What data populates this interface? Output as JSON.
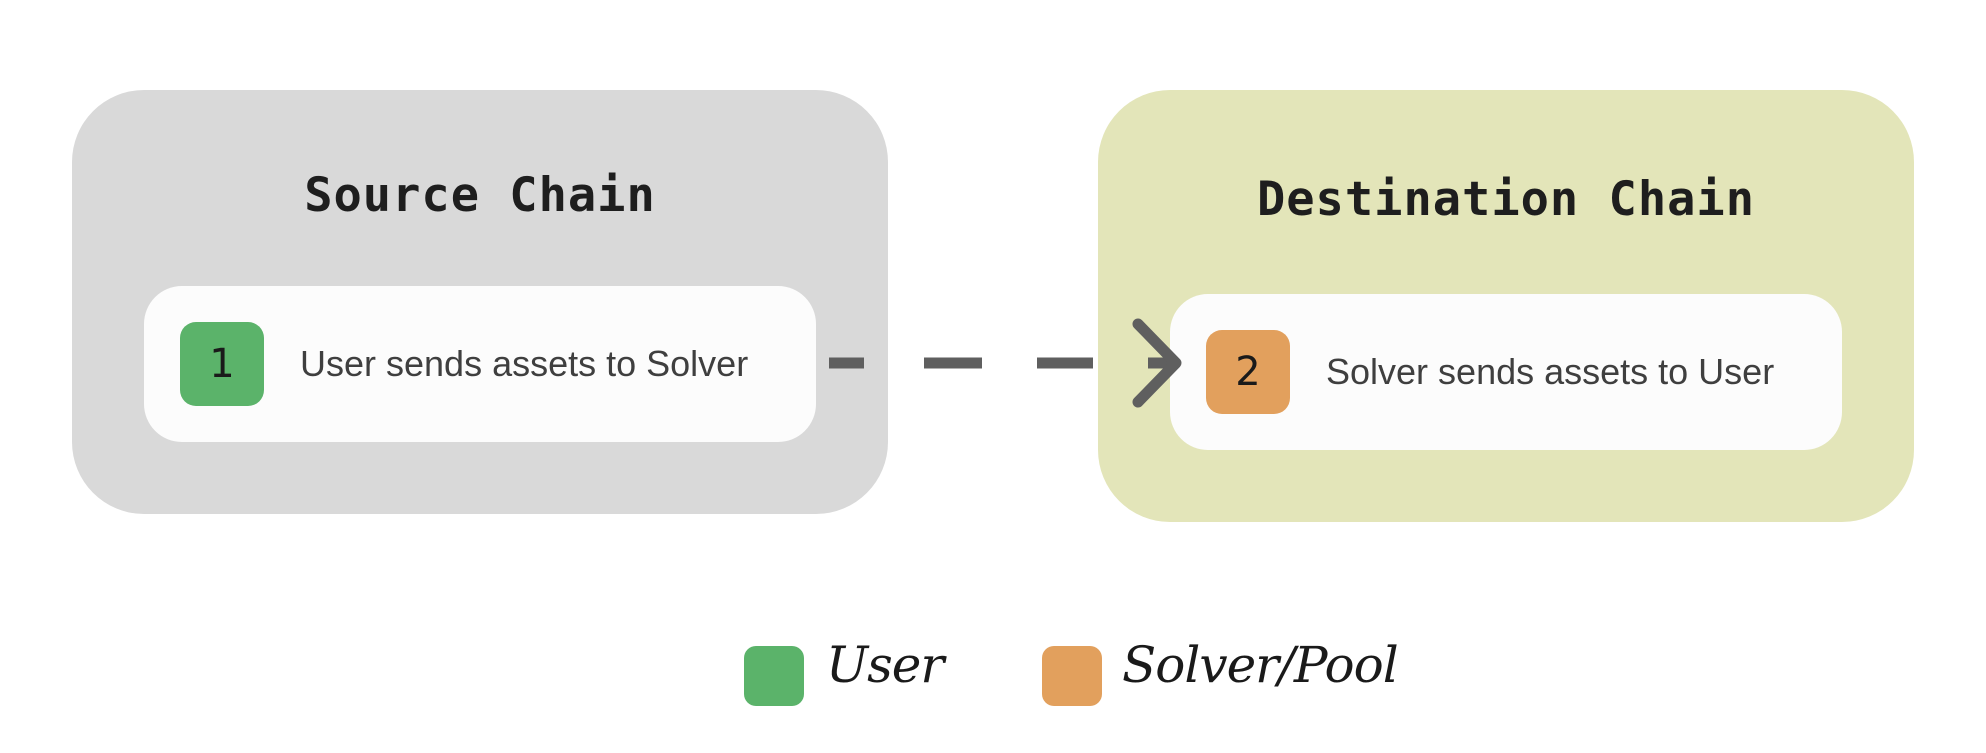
{
  "colors": {
    "user": "#5bb36a",
    "solver": "#e2a05d",
    "source_bg": "#d9d9d9",
    "destination_bg": "#e3e5b9",
    "arrow": "#5f5f5f"
  },
  "source_chain": {
    "title": "Source Chain",
    "step": {
      "number": "1",
      "text": "User sends assets to Solver",
      "actor": "user"
    }
  },
  "destination_chain": {
    "title": "Destination Chain",
    "step": {
      "number": "2",
      "text": "Solver sends assets to User",
      "actor": "solver"
    }
  },
  "connector": {
    "style": "dashed",
    "direction": "source-to-destination"
  },
  "legend": {
    "items": [
      {
        "label": "User",
        "color": "#5bb36a"
      },
      {
        "label": "Solver/Pool",
        "color": "#e2a05d"
      }
    ]
  }
}
